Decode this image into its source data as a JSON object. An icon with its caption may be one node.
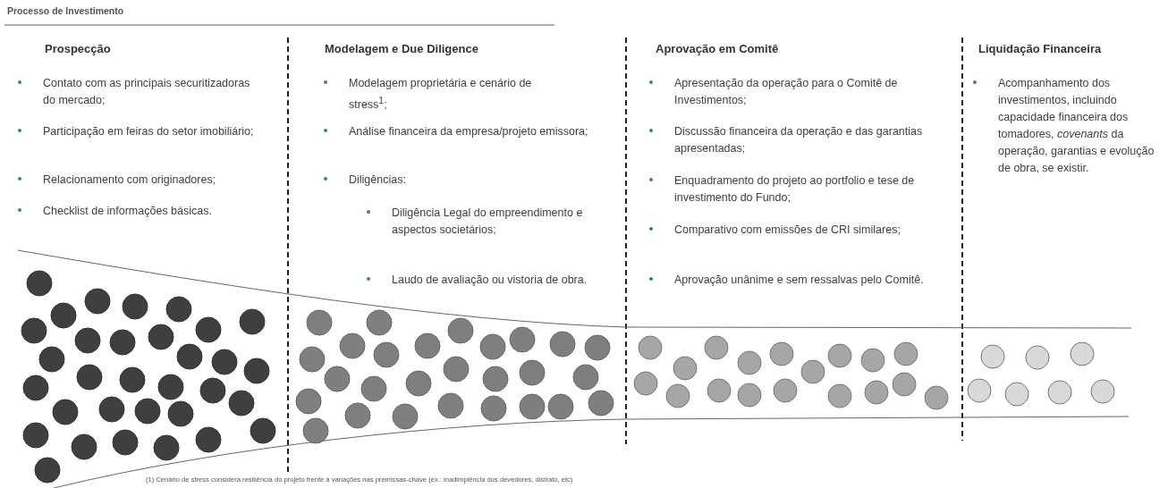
{
  "diagram": {
    "title": "Processo de Investimento",
    "labels": [
      "Prospecção",
      "Contato com as principais securitizadoras do mercado;",
      "Participação em feiras do setor imobiliário;",
      "Relacionamento com originadores;",
      "Checklist de informações básicas.",
      "Modelagem e Due Diligence",
      "Modelagem proprietária e cenário de stress$^{1}$;",
      "Análise financeira da empresa/projeto emissora;",
      "Diligências:",
      "Diligência Legal do empreendimento e aspectos societários;",
      "Laudo de avaliação ou vistoria de obra.",
      "Aprovação em Comitê",
      "Apresentação da operação para o Comitê de Investimentos;",
      "Discussão financeira da operação e das garantias apresentadas;",
      "Enquadramento do projeto ao portfolio e tese de investimento do Fundo;",
      "Comparativo com emissões de CRI similares;",
      "Aprovação unânime e sem ressalvas pelo Comitê.",
      "Liquidação Financeira",
      "Acompanhamento dos investimentos, incluindo capacidade financeira dos tomadores, *covenants* da operação, garantias e evolução de obra, se existir.",
      "(1) Cenário de stress considera resiliência do projeto frente à variações nas premissas-chave (ex.: inadimplência dos devedores, distrato, etc)"
    ]
  }
}
